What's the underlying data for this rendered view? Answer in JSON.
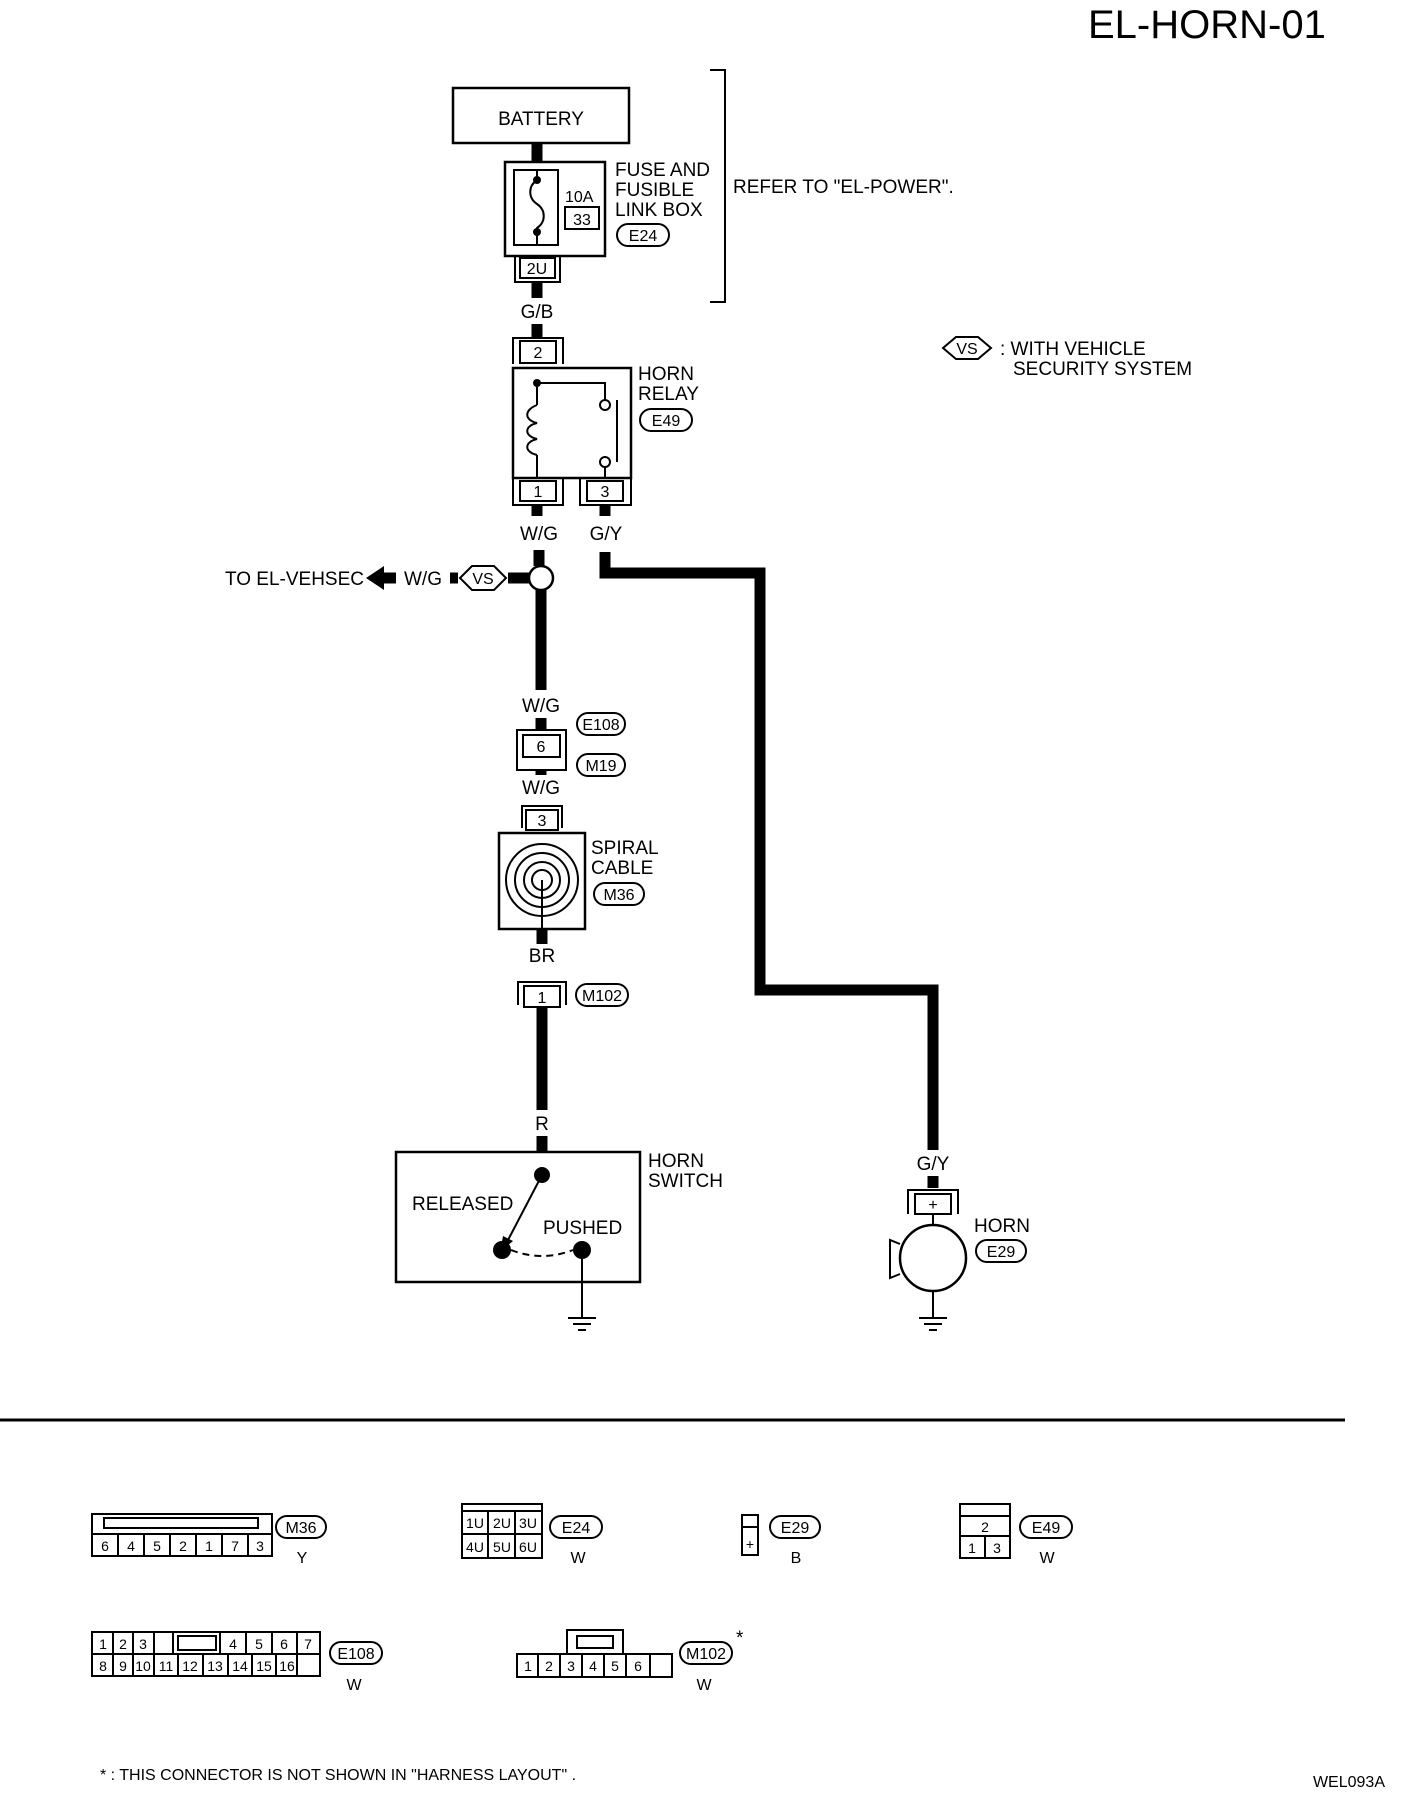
{
  "title": "EL-HORN-01",
  "footer_code": "WEL093A",
  "footnote": "* : THIS CONNECTOR IS NOT SHOWN IN \"HARNESS LAYOUT\" .",
  "battery": "BATTERY",
  "fuse_box": {
    "line1": "FUSE AND",
    "line2": "FUSIBLE",
    "line3": "LINK BOX",
    "amps": "10A",
    "fuse_no": "33",
    "connector": "E24",
    "terminal": "2U"
  },
  "refer_note": "REFER TO \"EL-POWER\".",
  "vs_legend": {
    "tag": "VS",
    "line1": ": WITH VEHICLE",
    "line2": "SECURITY SYSTEM"
  },
  "horn_relay": {
    "line1": "HORN",
    "line2": "RELAY",
    "connector": "E49",
    "pin_top": "2",
    "pin_left": "1",
    "pin_right": "3"
  },
  "wires": {
    "gb": "G/B",
    "wg1": "W/G",
    "gy1": "G/Y",
    "wg2": "W/G",
    "wg3": "W/G",
    "br": "BR",
    "r": "R",
    "gy2": "G/Y",
    "wg_vs": "W/G"
  },
  "vehsec": {
    "label": "TO EL-VEHSEC",
    "tag": "VS"
  },
  "joint_connector": {
    "pin": "6",
    "top": "E108",
    "bottom": "M19"
  },
  "spiral_cable": {
    "line1": "SPIRAL",
    "line2": "CABLE",
    "connector": "M36",
    "pin": "3"
  },
  "m102_conn": {
    "pin": "1",
    "connector": "M102"
  },
  "horn_switch": {
    "line1": "HORN",
    "line2": "SWITCH",
    "released": "RELEASED",
    "pushed": "PUSHED"
  },
  "horn": {
    "label": "HORN",
    "connector": "E29",
    "pin": "+"
  },
  "connector_views": {
    "m36": {
      "name": "M36",
      "color": "Y",
      "pins": [
        "6",
        "4",
        "5",
        "2",
        "1",
        "7",
        "3"
      ]
    },
    "e24": {
      "name": "E24",
      "color": "W",
      "row1": [
        "1U",
        "2U",
        "3U"
      ],
      "row2": [
        "4U",
        "5U",
        "6U"
      ]
    },
    "e29": {
      "name": "E29",
      "color": "B",
      "pin": "+"
    },
    "e49": {
      "name": "E49",
      "color": "W",
      "top": "2",
      "row": [
        "1",
        "3"
      ]
    },
    "e108": {
      "name": "E108",
      "color": "W",
      "row1": [
        "1",
        "2",
        "3",
        "4",
        "5",
        "6",
        "7"
      ],
      "row2": [
        "8",
        "9",
        "10",
        "11",
        "12",
        "13",
        "14",
        "15",
        "16"
      ]
    },
    "m102": {
      "name": "M102",
      "color": "W",
      "star": "*",
      "pins": [
        "1",
        "2",
        "3",
        "4",
        "5",
        "6"
      ]
    }
  }
}
